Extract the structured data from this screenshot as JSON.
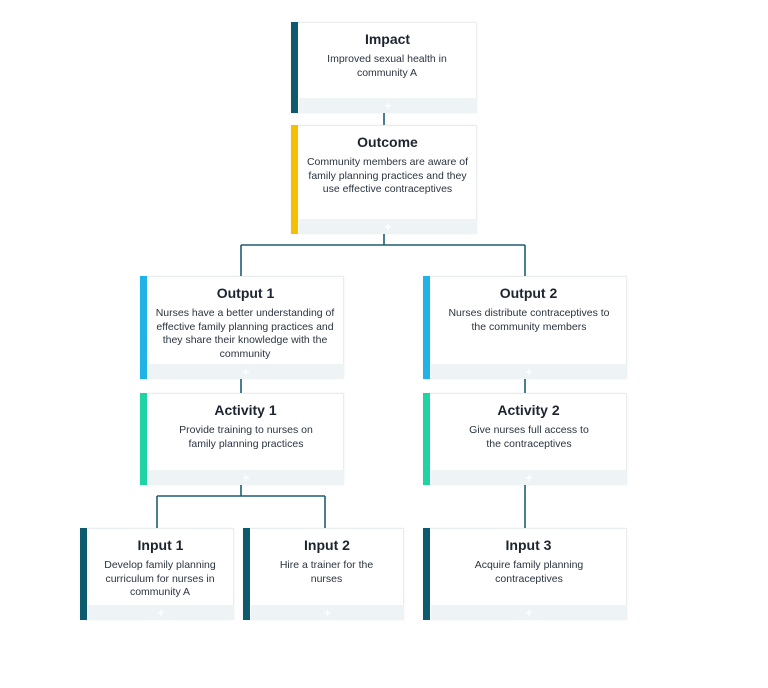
{
  "colors": {
    "impact": "#0e5a6e",
    "outcome": "#f5c000",
    "output": "#1fb3e6",
    "activity": "#20d3a2",
    "input": "#0e5a6e",
    "connector": "#1f5e72",
    "footer": "#eef3f6"
  },
  "footer_icon": "plus-icon",
  "nodes": {
    "impact": {
      "title": "Impact",
      "description": "Improved sexual health in community A"
    },
    "outcome": {
      "title": "Outcome",
      "description": "Community members are aware of family planning practices and they use effective contraceptives"
    },
    "output1": {
      "title": "Output 1",
      "description": "Nurses have a better understanding of effective family planning practices and they share their knowledge with the community"
    },
    "output2": {
      "title": "Output 2",
      "description": "Nurses distribute contraceptives to the community members"
    },
    "activity1": {
      "title": "Activity 1",
      "description": "Provide training to nurses on family planning practices"
    },
    "activity2": {
      "title": "Activity 2",
      "description": "Give nurses full access to the contraceptives"
    },
    "input1": {
      "title": "Input 1",
      "description": "Develop family planning curriculum for nurses in community A"
    },
    "input2": {
      "title": "Input 2",
      "description": "Hire a trainer for the nurses"
    },
    "input3": {
      "title": "Input 3",
      "description": "Acquire family planning contraceptives"
    }
  }
}
